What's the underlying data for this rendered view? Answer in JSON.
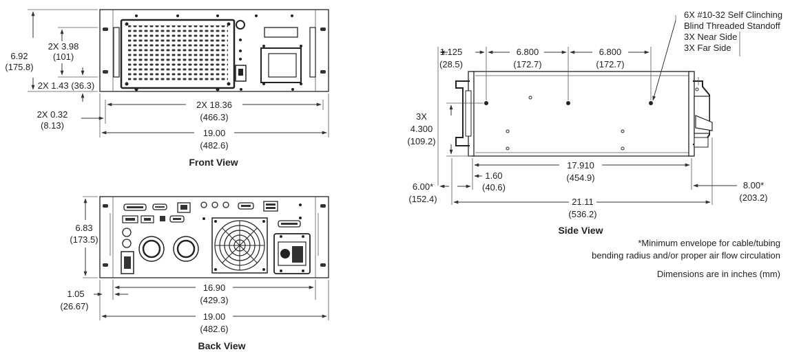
{
  "front_view": {
    "caption": "Front View",
    "height_in": "6.92",
    "height_mm": "(175.8)",
    "handle_spacing_in": "2X 3.98",
    "handle_spacing_mm": "(101)",
    "handle_offset": "2X 1.43 (36.3)",
    "ear_offset_in": "2X 0.32",
    "ear_offset_mm": "(8.13)",
    "hole_spacing_in": "2X 18.36",
    "hole_spacing_mm": "(466.3)",
    "width_in": "19.00",
    "width_mm": "(482.6)"
  },
  "back_view": {
    "caption": "Back View",
    "height_in": "6.83",
    "height_mm": "(173.5)",
    "offset_in": "1.05",
    "offset_mm": "(26.67)",
    "inner_width_in": "16.90",
    "inner_width_mm": "(429.3)",
    "width_in": "19.00",
    "width_mm": "(482.6)"
  },
  "side_view": {
    "caption": "Side View",
    "standoff_note": [
      "6X #10-32 Self Clinching",
      "Blind Threaded Standoff",
      "3X Near Side",
      "3X Far Side"
    ],
    "front_offset_in": "1.125",
    "front_offset_mm": "(28.5)",
    "spacing1_in": "6.800",
    "spacing1_mm": "(172.7)",
    "spacing2_in": "6.800",
    "spacing2_mm": "(172.7)",
    "vertical_qty": "3X",
    "vertical_in": "4.300",
    "vertical_mm": "(109.2)",
    "front_clear_in": "6.00*",
    "front_clear_mm": "(152.4)",
    "handle_depth_in": "1.60",
    "handle_depth_mm": "(40.6)",
    "body_depth_in": "17.910",
    "body_depth_mm": "(454.9)",
    "rear_clear_in": "8.00*",
    "rear_clear_mm": "(203.2)",
    "overall_in": "21.11",
    "overall_mm": "(536.2)"
  },
  "notes": {
    "envelope_line1": "*Minimum envelope for cable/tubing",
    "envelope_line2": "bending radius and/or proper air flow circulation",
    "units": "Dimensions are in inches (mm)"
  }
}
